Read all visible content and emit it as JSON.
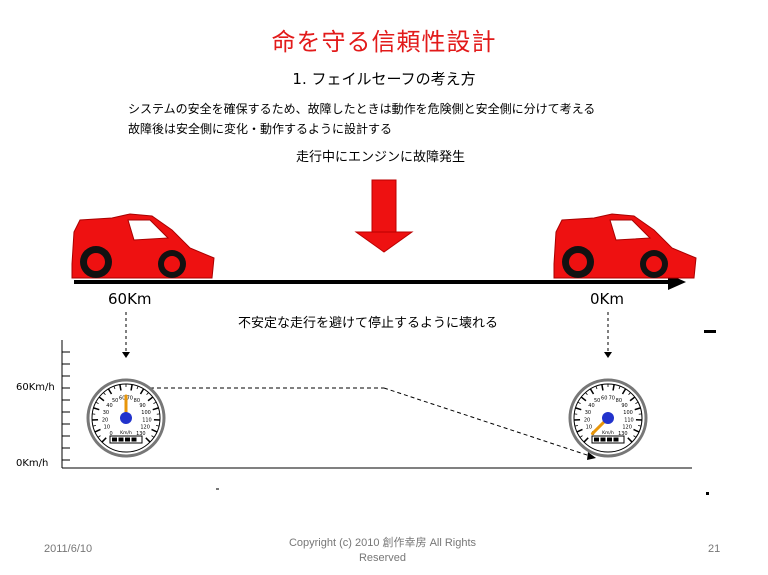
{
  "slide": {
    "title": "命を守る信頼性設計",
    "subtitle": "1. フェイルセーフの考え方",
    "description_line1": "システムの安全を確保するため、故障したときは動作を危険側と安全側に分けて考える",
    "description_line2": "故障後は安全側に変化・動作するように設計する",
    "event_label": "走行中にエンジンに故障発生",
    "speed_start_label": "60Km",
    "speed_end_label": "0Km",
    "caption": "不安定な走行を避けて停止するように壊れる"
  },
  "chart": {
    "y_label_high": "60Km/h",
    "y_label_low": "0Km/h"
  },
  "speedometer": {
    "unit": "Km/h",
    "scale": [
      "0",
      "10",
      "20",
      "30",
      "40",
      "50",
      "60",
      "70",
      "80",
      "90",
      "100",
      "110",
      "120",
      "130"
    ]
  },
  "footer": {
    "date": "2011/6/10",
    "copyright": "Copyright (c)  2010 創作幸房 All Rights Reserved",
    "page": "21"
  },
  "colors": {
    "title": "#e21a1a",
    "car_body": "#ee1111",
    "arrow": "#ee1111",
    "needle": "#e8960a",
    "hub": "#2233cc"
  }
}
